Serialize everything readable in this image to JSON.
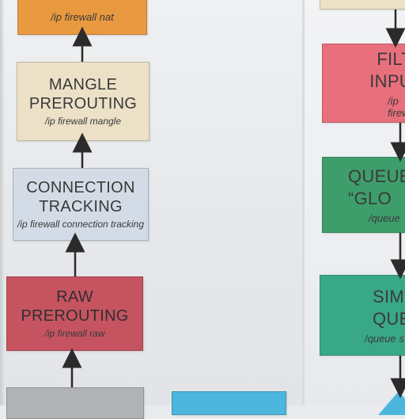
{
  "left_column": {
    "nat_box": {
      "subtitle": "/ip firewall nat",
      "color": "#e9993f"
    },
    "mangle_box": {
      "title": "MANGLE\nPREROUTING",
      "subtitle": "/ip firewall mangle",
      "color": "#ece1c7"
    },
    "connection_box": {
      "title": "CONNECTION\nTRACKING",
      "subtitle": "/ip firewall connection tracking",
      "color": "#d3dbe6"
    },
    "raw_box": {
      "title": "RAW\nPREROUTING",
      "subtitle": "/ip firewall raw",
      "color": "#c65460"
    },
    "bottom_box": {
      "color": "#b0b2b5"
    }
  },
  "middle": {
    "bottom_box": {
      "color": "#4cb6dd"
    }
  },
  "right_column": {
    "top_box": {
      "color": "#ece1c7"
    },
    "filter_box": {
      "title": "FILT\nINPU",
      "subtitle": "/ip firewa",
      "color": "#e86f7c"
    },
    "queue_box": {
      "title": "QUEUE\n“GLO",
      "subtitle": "/queue",
      "color": "#3e9e6b"
    },
    "simple_box": {
      "title": "SIMP\nQUEU",
      "subtitle": "/queue s",
      "color": "#39a886"
    },
    "bottom_shape": {
      "color": "#4cb6dd"
    }
  },
  "colors": {
    "arrow": "#2b2b2b"
  }
}
